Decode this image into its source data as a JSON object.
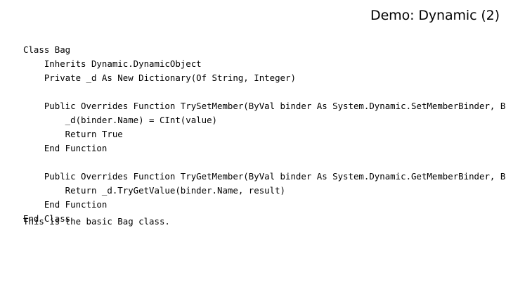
{
  "slide": {
    "title": "Demo: Dynamic (2)",
    "background_color": "#ffffff",
    "text_color": "#000000"
  },
  "code": {
    "language": "VB.NET",
    "clipped_at_right_edge": true,
    "lines": [
      "Class Bag",
      "    Inherits Dynamic.DynamicObject",
      "    Private _d As New Dictionary(Of String, Integer)",
      "",
      "    Public Overrides Function TrySetMember(ByVal binder As System.Dynamic.SetMemberBinder, ByVal value As Object) As Boolean",
      "        _d(binder.Name) = CInt(value)",
      "        Return True",
      "    End Function",
      "",
      "    Public Overrides Function TryGetMember(ByVal binder As System.Dynamic.GetMemberBinder, ByRef result As Object) As Boolean",
      "        Return _d.TryGetValue(binder.Name, result)",
      "    End Function",
      "End Class"
    ]
  },
  "caption": {
    "text": "This is the basic Bag class."
  }
}
